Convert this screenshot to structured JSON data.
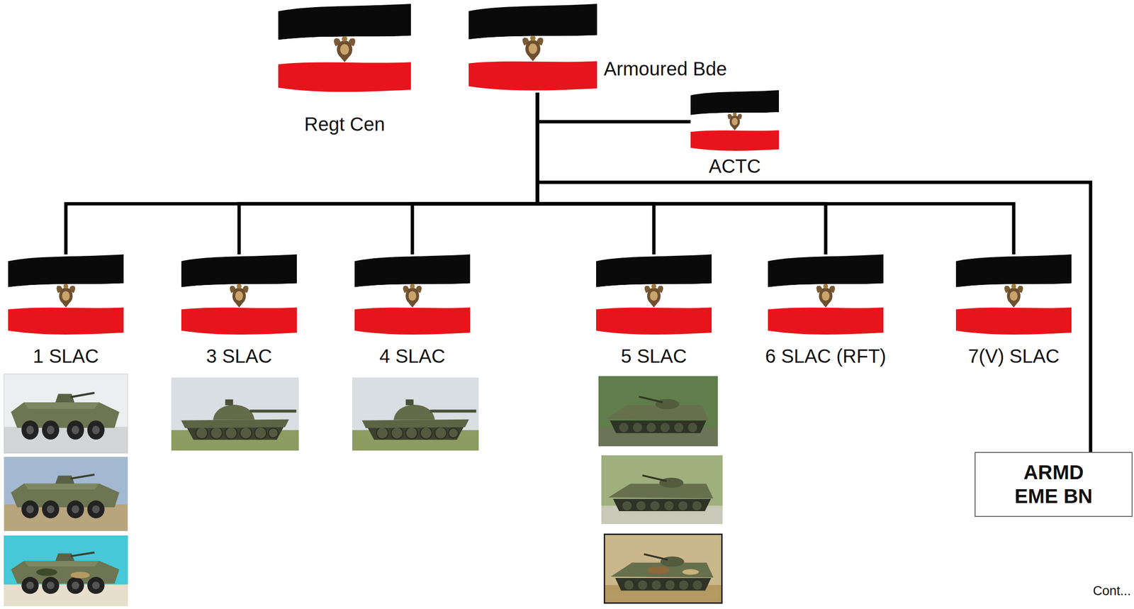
{
  "diagram": {
    "nodes": [
      {
        "text": [
          "Regt Cen"
        ]
      },
      {
        "text": [
          "Armoured Bde"
        ]
      },
      {
        "text": [
          "ACTC"
        ]
      },
      {
        "text": [
          "1 SLAC"
        ]
      },
      {
        "text": [
          "3 SLAC"
        ]
      },
      {
        "text": [
          "4 SLAC"
        ]
      },
      {
        "text": [
          "5 SLAC"
        ]
      },
      {
        "text": [
          "6 SLAC (RFT)"
        ]
      },
      {
        "text": [
          "7(V) SLAC"
        ]
      },
      {
        "text": [
          "ARMD EME BN"
        ]
      }
    ],
    "edges": [
      {
        "from": 1,
        "to": 2,
        "arrow": "none"
      },
      {
        "from": 1,
        "to": 3,
        "arrow": "none"
      },
      {
        "from": 1,
        "to": 4,
        "arrow": "none"
      },
      {
        "from": 1,
        "to": 5,
        "arrow": "none"
      },
      {
        "from": 1,
        "to": 6,
        "arrow": "none"
      },
      {
        "from": 1,
        "to": 7,
        "arrow": "none"
      },
      {
        "from": 1,
        "to": 8,
        "arrow": "none"
      },
      {
        "from": 1,
        "to": 9,
        "arrow": "none"
      }
    ],
    "labels": [
      "Cont..."
    ]
  }
}
